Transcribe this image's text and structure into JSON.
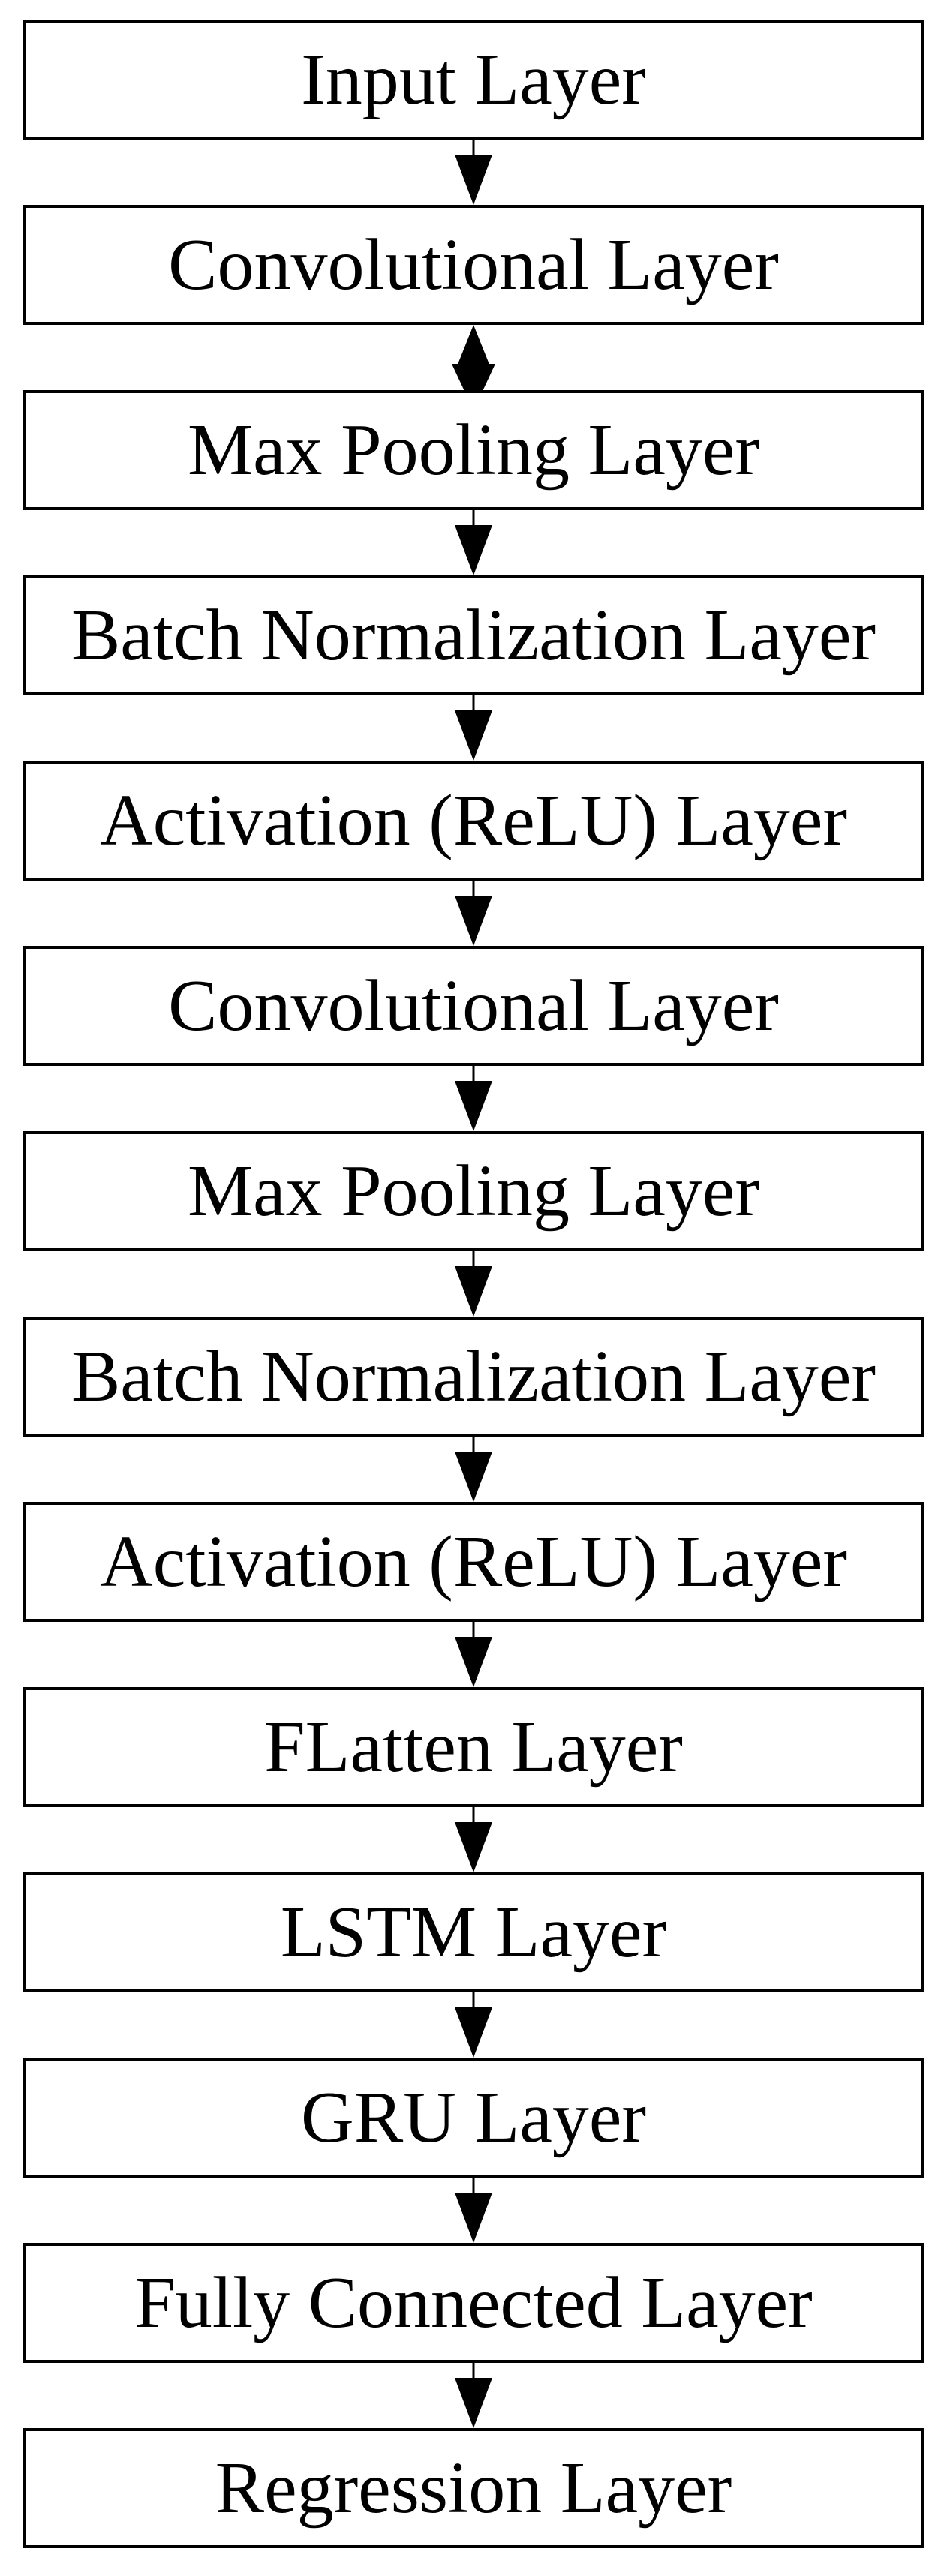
{
  "flowchart": {
    "background_color": "#ffffff",
    "box": {
      "fill_color": "#ffffff",
      "border_color": "#000000",
      "text_color": "#000000"
    },
    "arrow_color": "#000000",
    "nodes": [
      {
        "label": "Input Layer"
      },
      {
        "label": "Convolutional Layer"
      },
      {
        "label": "Max Pooling Layer"
      },
      {
        "label": "Batch Normalization Layer"
      },
      {
        "label": "Activation (ReLU) Layer"
      },
      {
        "label": "Convolutional Layer"
      },
      {
        "label": "Max Pooling Layer"
      },
      {
        "label": "Batch Normalization Layer"
      },
      {
        "label": "Activation (ReLU) Layer"
      },
      {
        "label": "FLatten Layer"
      },
      {
        "label": "LSTM Layer"
      },
      {
        "label": "GRU Layer"
      },
      {
        "label": "Fully Connected Layer"
      },
      {
        "label": "Regression Layer"
      }
    ],
    "connectors": [
      {
        "from": 0,
        "to": 1,
        "type": "down-arrow"
      },
      {
        "from": 1,
        "to": 2,
        "type": "double-arrow"
      },
      {
        "from": 2,
        "to": 3,
        "type": "down-arrow"
      },
      {
        "from": 3,
        "to": 4,
        "type": "down-arrow"
      },
      {
        "from": 4,
        "to": 5,
        "type": "down-arrow"
      },
      {
        "from": 5,
        "to": 6,
        "type": "down-arrow"
      },
      {
        "from": 6,
        "to": 7,
        "type": "down-arrow"
      },
      {
        "from": 7,
        "to": 8,
        "type": "down-arrow"
      },
      {
        "from": 8,
        "to": 9,
        "type": "down-arrow"
      },
      {
        "from": 9,
        "to": 10,
        "type": "down-arrow"
      },
      {
        "from": 10,
        "to": 11,
        "type": "down-arrow"
      },
      {
        "from": 11,
        "to": 12,
        "type": "down-arrow"
      },
      {
        "from": 12,
        "to": 13,
        "type": "down-arrow"
      }
    ]
  }
}
